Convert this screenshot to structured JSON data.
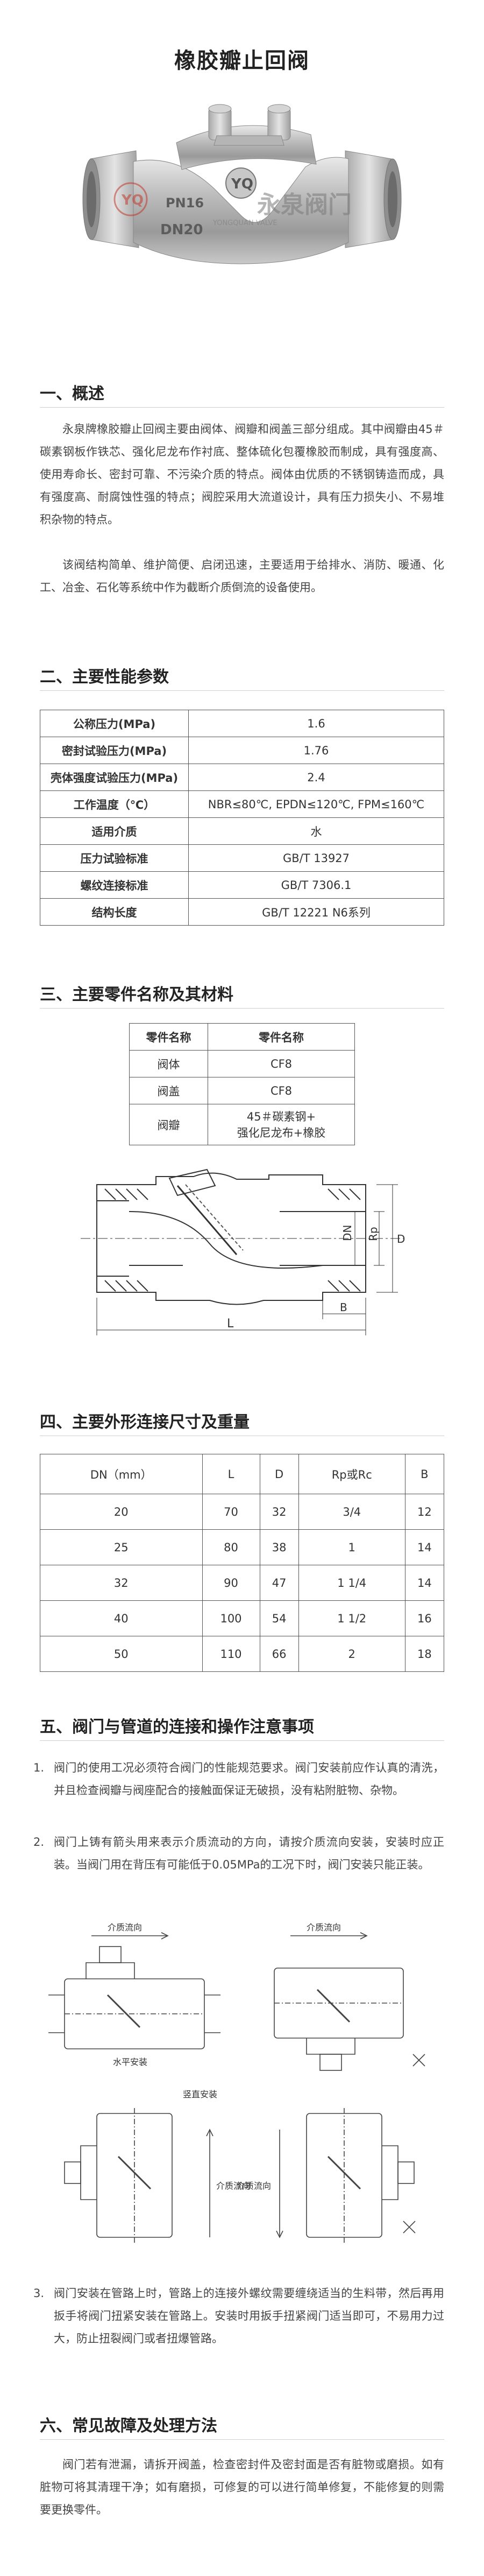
{
  "title": "橡胶瓣止回阀",
  "product_photo": {
    "body_marks": [
      "PN16",
      "DN20"
    ],
    "logo_text": "YQ",
    "brand_text": "永泉阀门",
    "brand_subtext": "YONGQUAN VALVE"
  },
  "sections": {
    "overview": {
      "title": "一、概述",
      "paragraphs": [
        "永泉牌橡胶瓣止回阀主要由阀体、阀瓣和阀盖三部分组成。其中阀瓣由45＃碳素钢板作铁芯、强化尼龙布作衬底、整体硫化包覆橡胶而制成，具有强度高、使用寿命长、密封可靠、不污染介质的特点。阀体由优质的不锈钢铸造而成，具有强度高、耐腐蚀性强的特点；阀腔采用大流道设计，具有压力损失小、不易堆积杂物的特点。",
        "该阀结构简单、维护简便、启闭迅速，主要适用于给排水、消防、暖通、化工、冶金、石化等系统中作为截断介质倒流的设备使用。"
      ]
    },
    "performance": {
      "title": "二、主要性能参数",
      "rows": [
        {
          "label": "公称压力(MPa)",
          "value": "1.6"
        },
        {
          "label": "密封试验压力(MPa)",
          "value": "1.76"
        },
        {
          "label": "壳体强度试验压力(MPa)",
          "value": "2.4"
        },
        {
          "label": "工作温度（℃）",
          "value": "NBR≤80℃, EPDN≤120℃, FPM≤160℃"
        },
        {
          "label": "适用介质",
          "value": "水"
        },
        {
          "label": "压力试验标准",
          "value": "GB/T 13927"
        },
        {
          "label": "螺纹连接标准",
          "value": "GB/T 7306.1"
        },
        {
          "label": "结构长度",
          "value": "GB/T 12221 N6系列"
        }
      ]
    },
    "parts": {
      "title": "三、主要零件名称及其材料",
      "header": [
        "零件名称",
        "零件名称"
      ],
      "rows": [
        {
          "name": "阀体",
          "material": "CF8"
        },
        {
          "name": "阀盖",
          "material": "CF8"
        },
        {
          "name": "阀瓣",
          "material_line1": "45＃碳素钢+",
          "material_line2": "强化尼龙布+橡胶"
        }
      ],
      "drawing_labels": {
        "dn": "DN",
        "rp": "Rp",
        "d": "D",
        "b": "B",
        "l": "L"
      }
    },
    "dimensions": {
      "title": "四、主要外形连接尺寸及重量",
      "header": [
        "DN（mm）",
        "L",
        "D",
        "Rp或Rc",
        "B"
      ],
      "rows": [
        [
          "20",
          "70",
          "32",
          "3/4",
          "12"
        ],
        [
          "25",
          "80",
          "38",
          "1",
          "14"
        ],
        [
          "32",
          "90",
          "47",
          "1 1/4",
          "14"
        ],
        [
          "40",
          "100",
          "54",
          "1 1/2",
          "16"
        ],
        [
          "50",
          "110",
          "66",
          "2",
          "18"
        ]
      ]
    },
    "installation": {
      "title": "五、阀门与管道的连接和操作注意事项",
      "items": [
        {
          "num": "1.",
          "text": "阀门的使用工况必须符合阀门的性能规范要求。阀门安装前应作认真的清洗，并且检查阀瓣与阀座配合的接触面保证无破损，没有粘附脏物、杂物。"
        },
        {
          "num": "2.",
          "text": "阀门上铸有箭头用来表示介质流动的方向，请按介质流向安装，安装时应正装。当阀门用在背压有可能低于0.05MPa的工况下时，阀门安装只能正装。"
        },
        {
          "num": "3.",
          "text": "阀门安装在管路上时，管路上的连接外螺纹需要缠绕适当的生料带，然后再用扳手将阀门扭紧安装在管路上。安装时用扳手扭紧阀门适当即可，不易用力过大，防止扭裂阀门或者扭爆管路。"
        }
      ],
      "diagram_labels": {
        "flow_left": "介质流向",
        "flow_right": "介质流向",
        "horizontal": "水平安装",
        "vertical": "竖直安装",
        "flow_bottom_left": "介质流向",
        "flow_bottom_right": "介质流向"
      }
    },
    "troubleshooting": {
      "title": "六、常见故障及处理方法",
      "paragraph": "阀门若有泄漏，请拆开阀盖，检查密封件及密封面是否有脏物或磨损。如有脏物可将其清理干净；如有磨损，可修复的可以进行简单修复，不能修复的则需要更换零件。"
    }
  }
}
